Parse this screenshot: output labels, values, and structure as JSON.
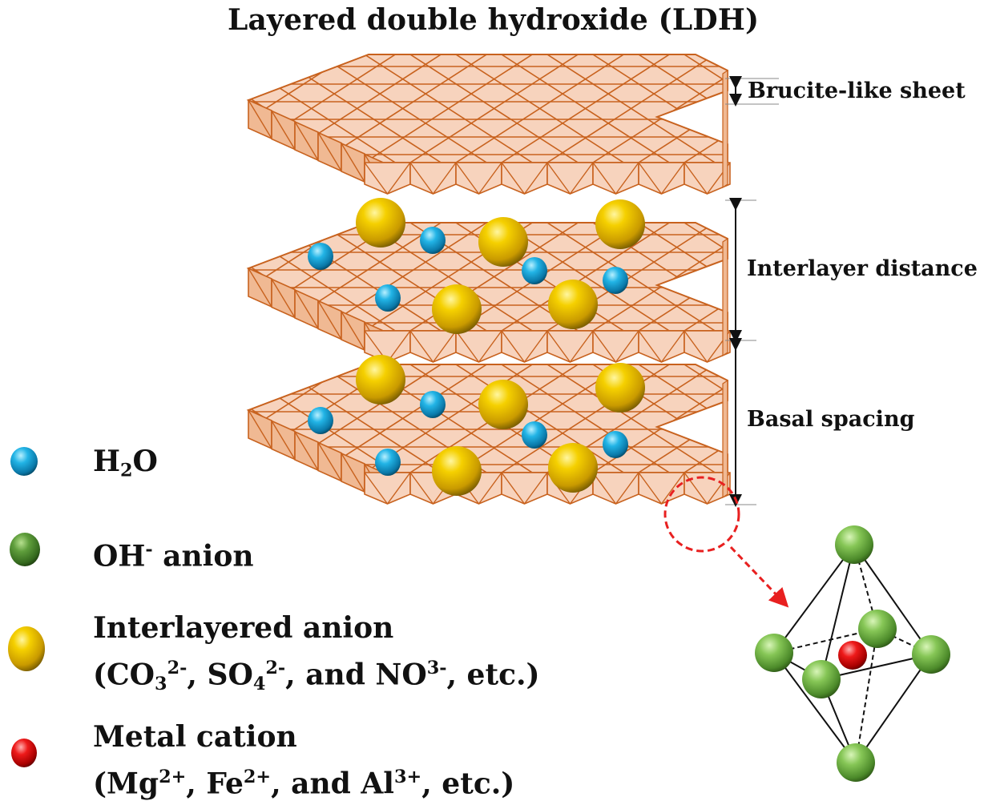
{
  "title": "Layered double hydroxide (LDH)",
  "annotations": {
    "brucite_sheet": "Brucite-like sheet",
    "interlayer_distance": "Interlayer distance",
    "basal_spacing": "Basal spacing"
  },
  "legend": [
    {
      "key": "h2o",
      "name": "H",
      "sub": "2",
      "rest": "O",
      "color": "#1aa7d9"
    },
    {
      "key": "oh",
      "name": "OH",
      "sup": "-",
      "rest": " anion",
      "color": "#5a9a3a"
    },
    {
      "key": "anion",
      "line1": "Interlayered anion",
      "line2_parts": [
        "(CO",
        "3",
        "2-",
        ", SO",
        "4",
        "2-",
        ", and NO",
        "3-",
        ", etc.)"
      ],
      "color": "#f2c400"
    },
    {
      "key": "metal",
      "line1": "Metal cation",
      "line2_parts": [
        "(Mg",
        "2+",
        ", Fe",
        "2+",
        ", and Al",
        "3+",
        ", etc.)"
      ],
      "color": "#e01010"
    }
  ],
  "colors": {
    "sheet_fill": "#f7d3bd",
    "sheet_fill_dark": "#f0b993",
    "sheet_stroke": "#c8621e",
    "callout": "#e82020",
    "oh_sphere": "#7cc44e",
    "metal_sphere": "#e01010"
  }
}
